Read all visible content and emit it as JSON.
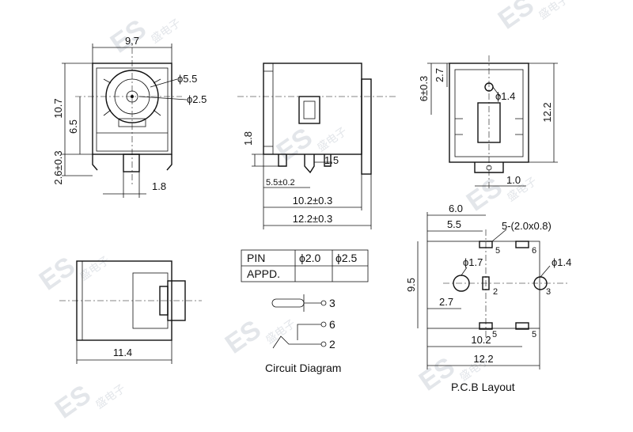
{
  "watermark": {
    "logo": "ES",
    "text": "盛电子"
  },
  "front_view": {
    "width": "9,7",
    "height": "10.7",
    "center_height": "6.5",
    "bottom_dim": "2.6±0.3",
    "pin_width": "1.8",
    "outer_dia": "ϕ5.5",
    "inner_dia": "ϕ2.5"
  },
  "side_view": {
    "d1": "1.8",
    "d2": "1.5",
    "d3": "5.5±0.2",
    "d4": "10.2±0.3",
    "d5": "12.2±0.3"
  },
  "rear_view": {
    "d1": "2.7",
    "d2": "6±0.3",
    "d3": "ϕ1.4",
    "d4": "12.2",
    "d5": "1.0"
  },
  "bottom_view": {
    "width": "11.4"
  },
  "table": {
    "headers": [
      "PIN",
      "ϕ2.0",
      "ϕ2.5"
    ],
    "row_label": "APPD."
  },
  "circuit": {
    "caption": "Circuit Diagram",
    "pins": [
      "3",
      "6",
      "2"
    ]
  },
  "pcb": {
    "caption": "P.C.B Layout",
    "d1": "6.0",
    "d2": "5.5",
    "d3": "5-(2.0x0.8)",
    "d4": "9.5",
    "d5": "ϕ1.7",
    "d6": "ϕ1.4",
    "d7": "2.7",
    "d8": "10.2",
    "d9": "12.2",
    "pad_labels": [
      "5",
      "6",
      "2",
      "3",
      "5",
      "5"
    ]
  }
}
